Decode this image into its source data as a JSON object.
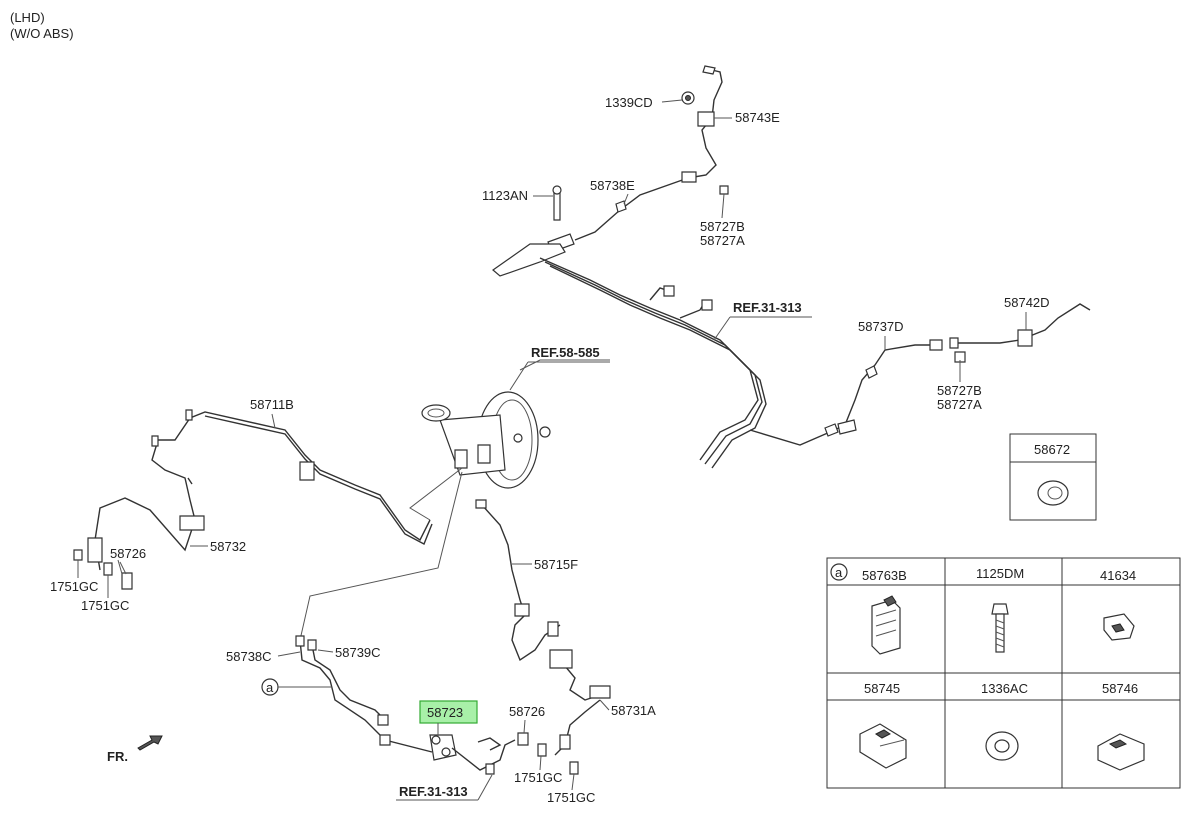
{
  "header": {
    "line1": "(LHD)",
    "line2": "(W/O ABS)"
  },
  "callouts": {
    "c1339CD": "1339CD",
    "c58743E": "58743E",
    "c1123AN": "1123AN",
    "c58738E": "58738E",
    "c58727B_top": "58727B",
    "c58727A_top": "58727A",
    "ref31313_top": "REF.31-313",
    "c58742D": "58742D",
    "c58737D": "58737D",
    "c58727B_right": "58727B",
    "c58727A_right": "58727A",
    "ref58585": "REF.58-585",
    "c58711B": "58711B",
    "c58726_left": "58726",
    "c1751GC_l1": "1751GC",
    "c1751GC_l2": "1751GC",
    "c58732": "58732",
    "c58715F": "58715F",
    "c58738C": "58738C",
    "c58739C": "58739C",
    "circle_a": "a",
    "c58723": "58723",
    "c58726_bottom": "58726",
    "c1751GC_b1": "1751GC",
    "c1751GC_b2": "1751GC",
    "c58731A": "58731A",
    "ref31313_bottom": "REF.31-313",
    "fr": "FR."
  },
  "grommet_box": {
    "label": "58672"
  },
  "parts_table": {
    "marker": "a",
    "cells": [
      "58763B",
      "1125DM",
      "41634",
      "58745",
      "1336AC",
      "58746"
    ]
  },
  "colors": {
    "highlight_fill": "#a8f0a8",
    "highlight_stroke": "#33aa33"
  }
}
